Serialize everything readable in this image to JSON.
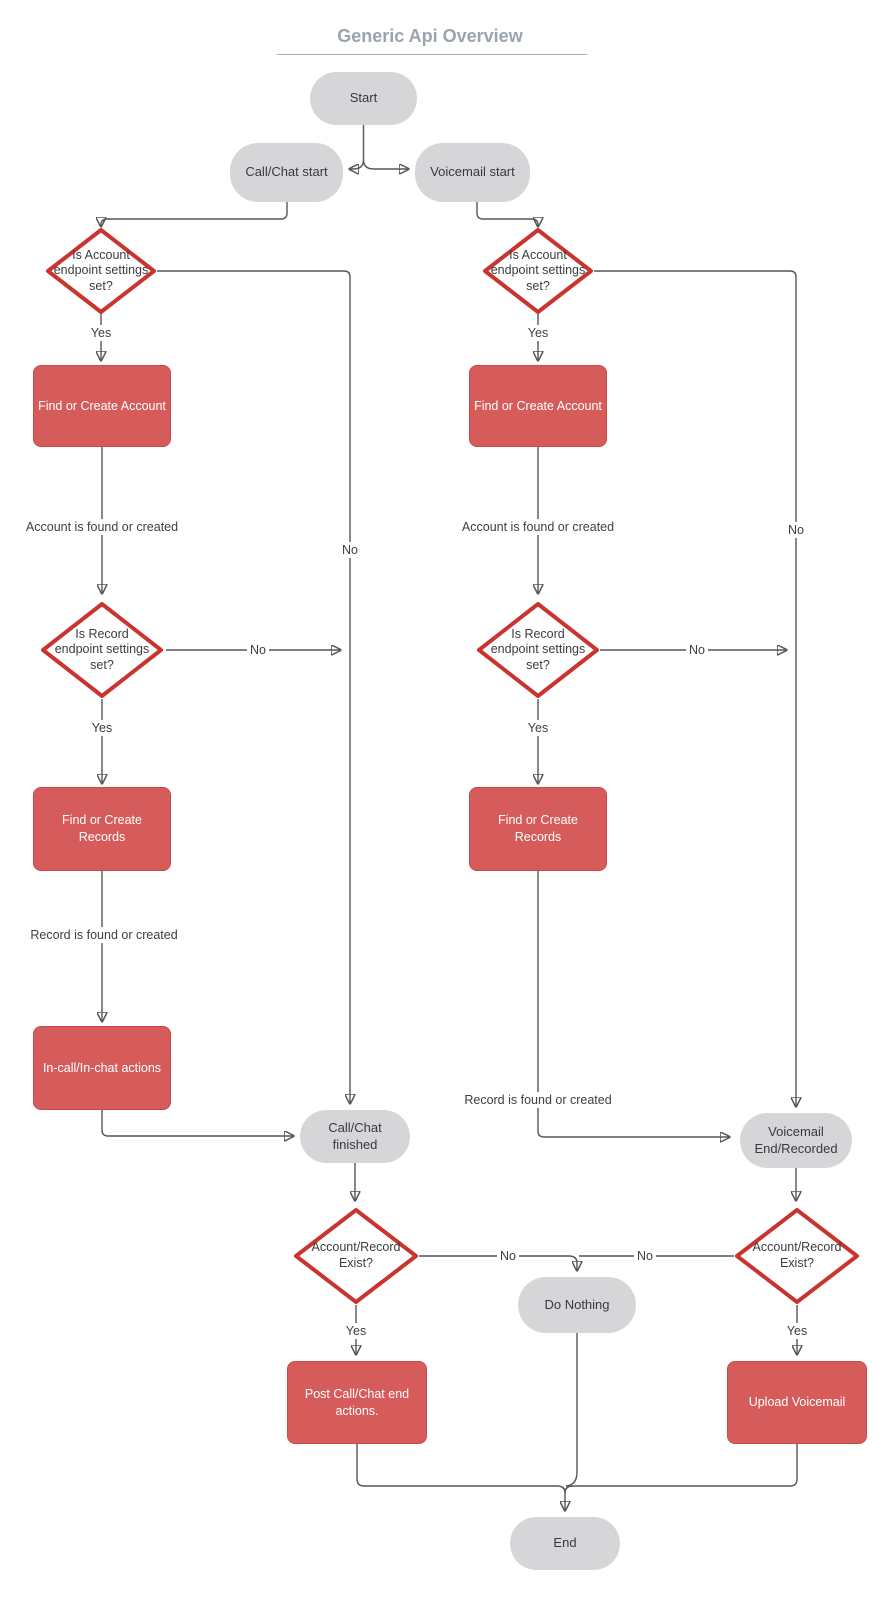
{
  "title": "Generic Api Overview",
  "colors": {
    "title_color": "#9ba3ae",
    "rule_color": "#aab0b8",
    "terminal_fill": "#d6d6d8",
    "terminal_text": "#36393f",
    "process_fill": "#d65c5c",
    "process_border": "#ca4a4a",
    "process_text": "#ffffff",
    "decision_border": "#c9342e",
    "decision_fill": "#ffffff",
    "connector": "#555555",
    "arrowhead": "#2b2b2b"
  },
  "nodes": {
    "start": {
      "label": "Start",
      "type": "terminal"
    },
    "call_chat_start": {
      "label": "Call/Chat start",
      "type": "terminal"
    },
    "voicemail_start": {
      "label": "Voicemail start",
      "type": "terminal"
    },
    "cc_is_account": {
      "label": "Is Account endpoint settings set?",
      "type": "decision"
    },
    "vm_is_account": {
      "label": "Is Account endpoint settings set?",
      "type": "decision"
    },
    "cc_find_account": {
      "label": "Find or Create Account",
      "type": "process"
    },
    "vm_find_account": {
      "label": "Find or Create Account",
      "type": "process"
    },
    "cc_is_record": {
      "label": "Is Record endpoint settings set?",
      "type": "decision"
    },
    "vm_is_record": {
      "label": "Is Record endpoint settings set?",
      "type": "decision"
    },
    "cc_find_records": {
      "label": "Find or Create Records",
      "type": "process"
    },
    "vm_find_records": {
      "label": "Find or Create Records",
      "type": "process"
    },
    "in_call_actions": {
      "label": "In-call/In-chat actions",
      "type": "process"
    },
    "call_chat_finished": {
      "label": "Call/Chat finished",
      "type": "terminal"
    },
    "voicemail_end": {
      "label": "Voicemail End/Recorded",
      "type": "terminal"
    },
    "cc_exist": {
      "label": "Account/Record Exist?",
      "type": "decision"
    },
    "vm_exist": {
      "label": "Account/Record Exist?",
      "type": "decision"
    },
    "do_nothing": {
      "label": "Do Nothing",
      "type": "terminal"
    },
    "post_call_actions": {
      "label": "Post Call/Chat end actions.",
      "type": "process"
    },
    "upload_voicemail": {
      "label": "Upload Voicemail",
      "type": "process"
    },
    "end": {
      "label": "End",
      "type": "terminal"
    }
  },
  "edge_labels": {
    "cc_account_yes": "Yes",
    "cc_account_no": "No",
    "cc_account_found": "Account is found or created",
    "cc_record_yes": "Yes",
    "cc_record_no": "No",
    "cc_record_found": "Record is found or created",
    "vm_account_yes": "Yes",
    "vm_account_no": "No",
    "vm_account_found": "Account is found or created",
    "vm_record_yes": "Yes",
    "vm_record_no": "No",
    "vm_record_found": "Record is found or created",
    "cc_exist_yes": "Yes",
    "cc_exist_no": "No",
    "vm_exist_no": "No",
    "vm_exist_yes": "Yes"
  }
}
